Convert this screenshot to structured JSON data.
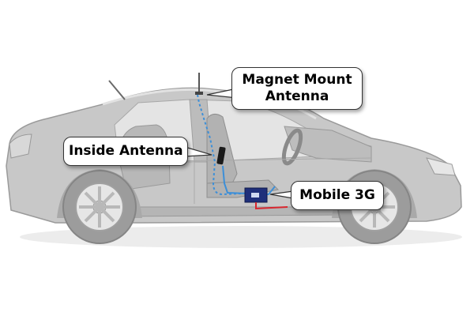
{
  "labels": {
    "magnet_mount_line1": "Magnet Mount",
    "magnet_mount_line2": "Antenna",
    "inside_antenna": "Inside Antenna",
    "mobile_3g": "Mobile 3G"
  },
  "colors": {
    "car_body": "#c8c8c8",
    "car_edge": "#9a9a9a",
    "tire": "#9c9c9c",
    "rim": "#e6e6e6",
    "cable_blue": "#3d8fd8",
    "cable_red": "#d8262e",
    "booster": "#1f2f7a",
    "callout_border": "#333333"
  },
  "icons": {
    "roof_antenna": "whip-antenna-icon",
    "rear_antenna": "whip-antenna-icon",
    "inside_antenna": "panel-antenna-icon",
    "booster": "signal-booster-icon"
  }
}
